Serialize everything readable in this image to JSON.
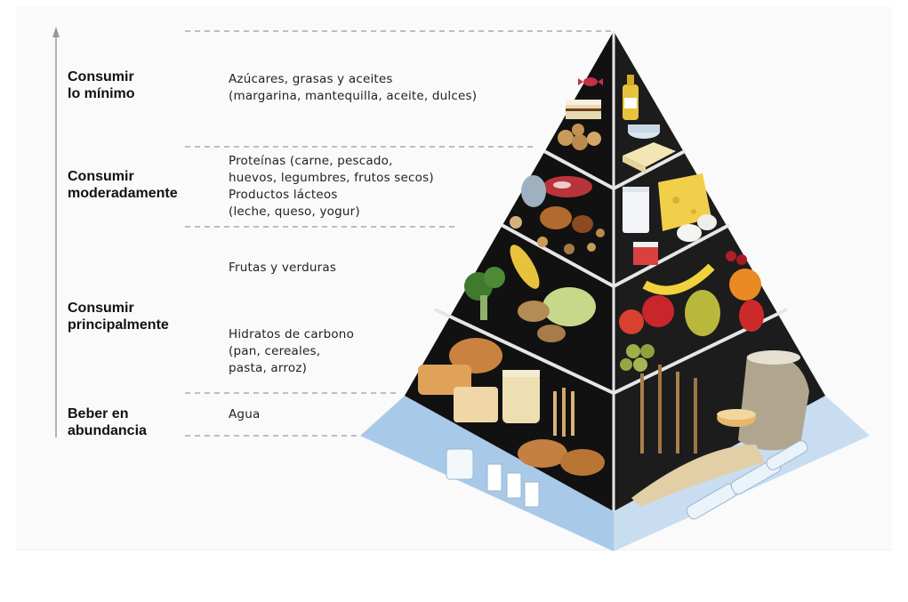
{
  "categories": {
    "minimo": "Consumir\nlo mínimo",
    "moderado": "Consumir\nmoderadamente",
    "principal": "Consumir\nprincipalmente",
    "beber": "Beber en\nabundancia"
  },
  "foods": {
    "azucares": "Azúcares, grasas y aceites\n(margarina, mantequilla, aceite, dulces)",
    "proteinas": "Proteínas (carne, pescado,\nhuevos, legumbres, frutos secos)",
    "lacteos": "Productos lácteos\n(leche, queso, yogur)",
    "frutas": "Frutas y verduras",
    "hidratos": "Hidratos de carbono\n(pan, cereales,\npasta, arroz)",
    "agua": "Agua"
  },
  "colors": {
    "pyramid_left": "#111111",
    "pyramid_right": "#1c1c1c",
    "base_water": "#a9c9e8",
    "separator": "#e6e6e6",
    "dashed_line": "#9a9a9a"
  },
  "icons": [
    "pastry-icon",
    "cookies-icon",
    "oil-bottle-icon",
    "butter-icon",
    "meat-icon",
    "fish-icon",
    "nuts-icon",
    "milk-glass-icon",
    "cheese-icon",
    "eggs-icon",
    "broccoli-icon",
    "corn-icon",
    "apple-icon",
    "grapes-icon",
    "pear-icon",
    "bread-icon",
    "wheat-icon",
    "flour-sack-icon",
    "rice-icon",
    "water-bottle-icon",
    "water-glass-icon"
  ]
}
